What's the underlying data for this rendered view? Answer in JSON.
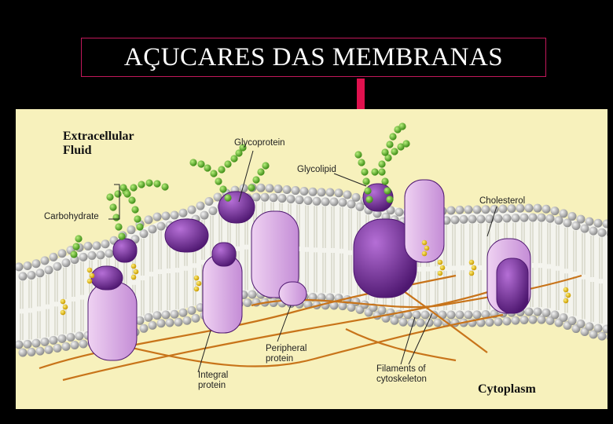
{
  "title": "AÇUCARES DAS MEMBRANAS",
  "colors": {
    "background": "#000000",
    "title_border": "#c2185b",
    "arrow": "#e0114e",
    "fluid": "#f7f1bc",
    "membrane": "#f4f4ee",
    "phospholipid_head": "#bfbfbf",
    "protein": "#8a3fb0",
    "protein_light": "#d8a8e0",
    "sugar": "#7cc241",
    "cholesterol": "#f1c40f",
    "cytoskeleton": "#c8741a"
  },
  "diagram": {
    "regions": {
      "extracellular": "Extracellular\nFluid",
      "cytoplasm": "Cytoplasm"
    },
    "labels": {
      "glycoprotein": "Glycoprotein",
      "glycolipid": "Glycolipid",
      "cholesterol": "Cholesterol",
      "carbohydrate": "Carbohydrate",
      "peripheral_protein": "Peripheral\nprotein",
      "integral_protein": "Integral\nprotein",
      "filaments": "Filaments of\ncytoskeleton"
    },
    "icons": [
      "down-arrow-icon",
      "sugar-chain-icon",
      "phospholipid-icon",
      "protein-icon",
      "cholesterol-icon"
    ]
  }
}
